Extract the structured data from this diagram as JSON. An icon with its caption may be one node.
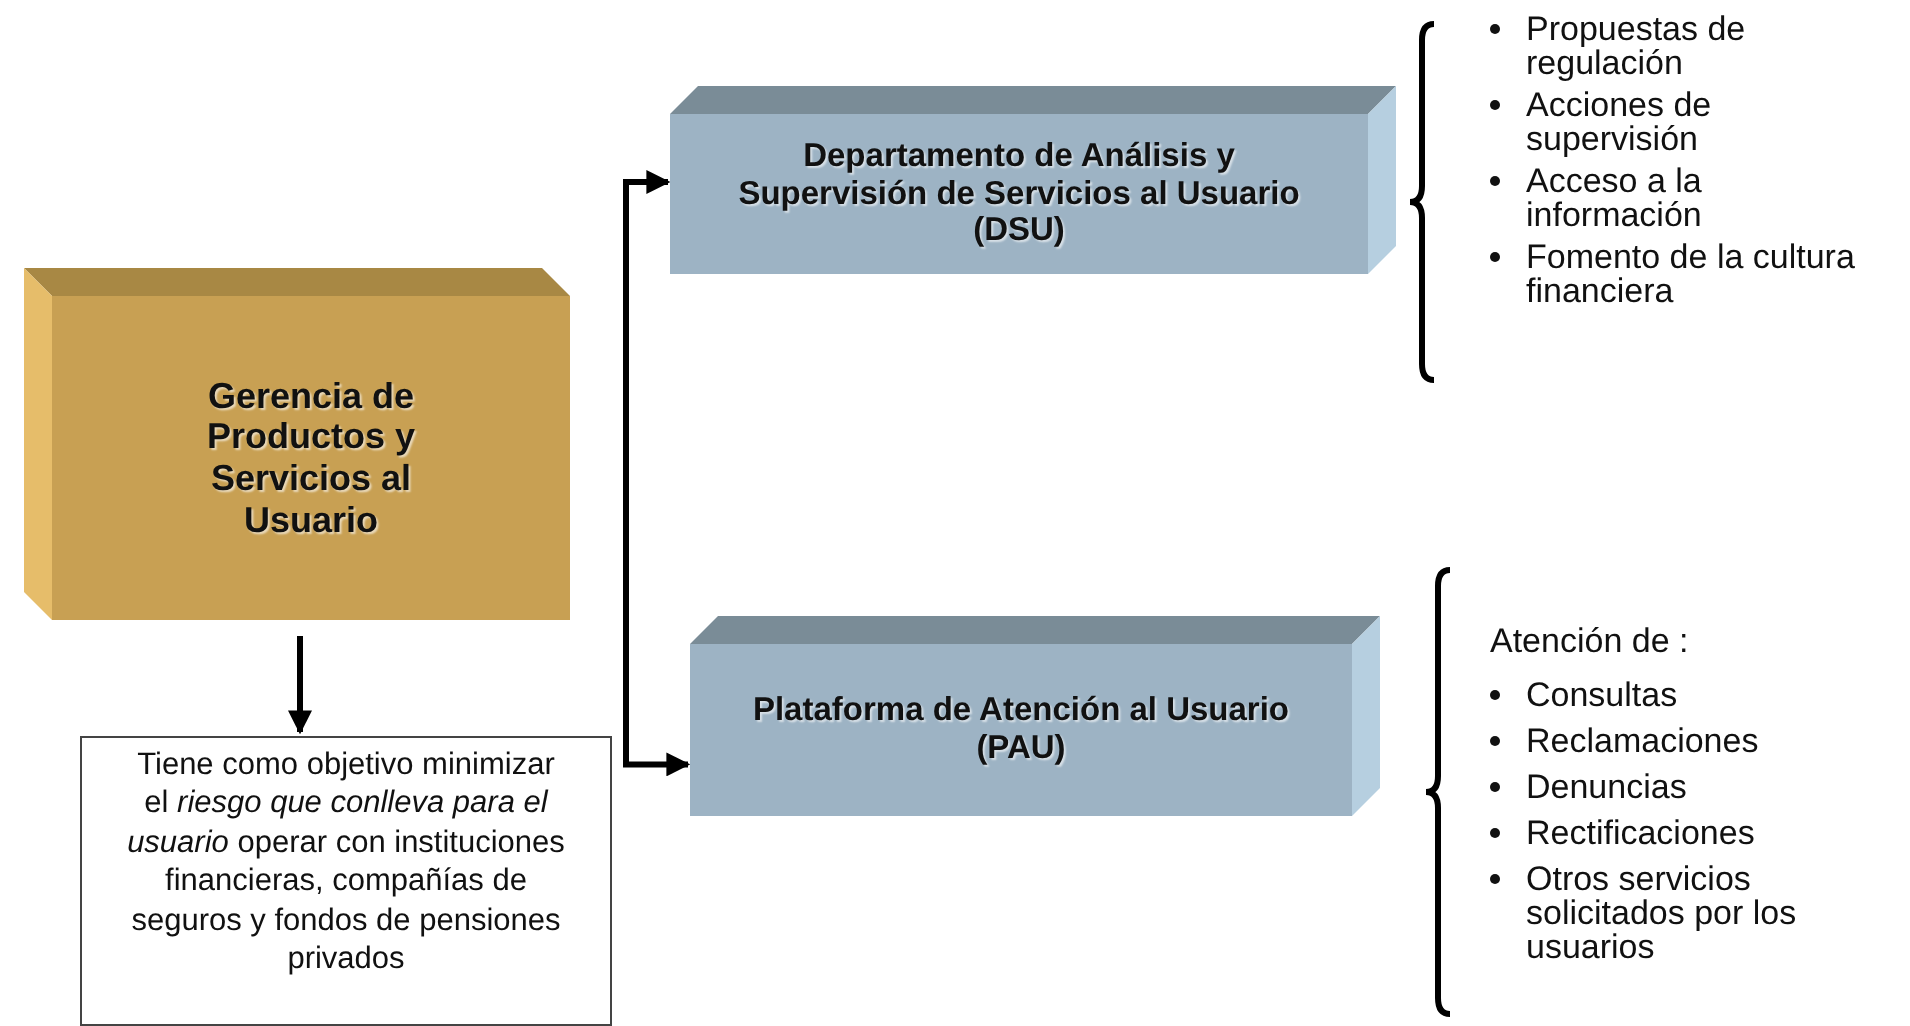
{
  "diagram": {
    "nodes": [
      {
        "text": [
          "Gerencia de Productos y Servicios al Usuario"
        ]
      },
      {
        "text": [
          "Departamento de Análisis y Supervisión de Servicios al Usuario (DSU)"
        ],
        "beside": [
          "Propuestas de regulación",
          "Acciones de supervisión",
          "Acceso a la información",
          "Fomento de la cultura financiera"
        ]
      },
      {
        "text": [
          "Plataforma de Atención al Usuario (PAU)"
        ],
        "beside": [
          "Atención de :",
          "Consultas",
          "Reclamaciones",
          "Denuncias",
          "Rectificaciones",
          "Otros servicios solicitados por los usuarios"
        ]
      },
      {
        "text": [
          "Tiene como objetivo minimizar el *riesgo que conlleva para el usuario* operar con instituciones financieras, compañías de seguros y fondos de pensiones privados"
        ]
      }
    ],
    "edges": [
      {
        "from": 1,
        "to": 2,
        "arrow": "both"
      },
      {
        "from": 0,
        "to": 3,
        "arrow": "to"
      }
    ]
  }
}
